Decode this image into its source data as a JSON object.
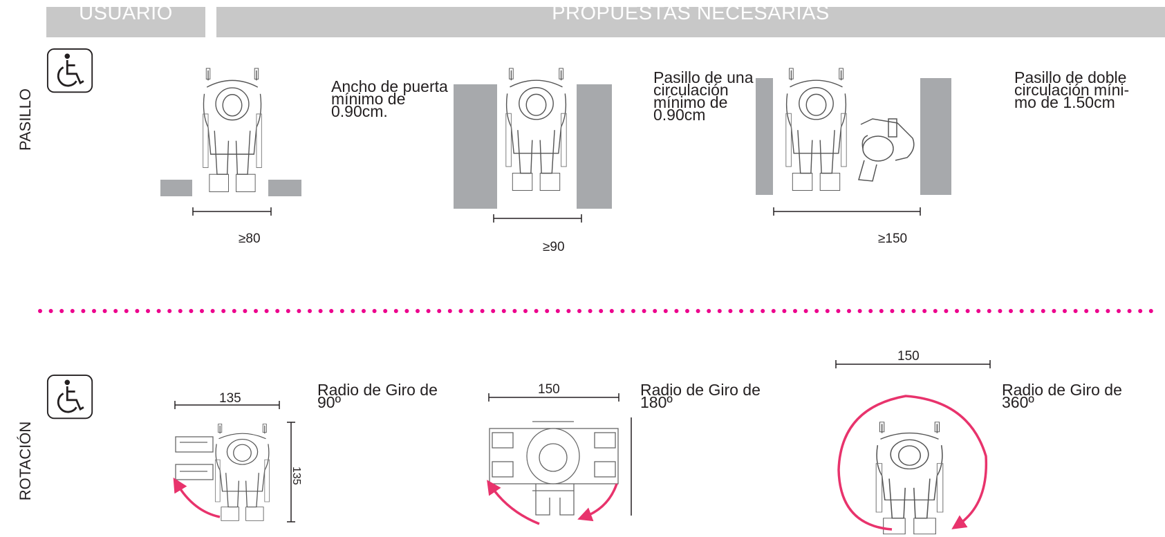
{
  "header": {
    "usuario": "USUARIO",
    "propuestas": "PROPUESTAS  NECESARIAS"
  },
  "rows": {
    "pasillo": "PASILLO",
    "rotacion": "ROTACIÓN"
  },
  "icons": [
    "wheelchair-accessibility-icon",
    "wheelchair-accessibility-icon"
  ],
  "pasillo": {
    "door": {
      "lines": [
        "Ancho de puerta",
        "mínimo de",
        "0.90cm."
      ],
      "dimension": "≥80"
    },
    "single": {
      "lines": [
        "Pasillo de una",
        "circulación",
        "mínimo de",
        "0.90cm"
      ],
      "dimension": "≥90"
    },
    "double": {
      "lines": [
        "Pasillo de doble",
        "circulación míni-",
        "mo de 1.50cm"
      ],
      "dimension": "≥150"
    }
  },
  "rotacion": {
    "r90": {
      "lines": [
        "Radio de Giro de",
        "90º"
      ],
      "dimension_w": "135",
      "dimension_h": "135"
    },
    "r180": {
      "lines": [
        "Radio de Giro de",
        "180º"
      ],
      "dimension_w": "150"
    },
    "r360": {
      "lines": [
        "Radio de Giro de",
        "360º"
      ],
      "dimension_w": "150"
    }
  },
  "colors": {
    "header_bg": "#c8c8c8",
    "wall": "#a7a9ac",
    "accent": "#e8336c",
    "divider_dots": "#ec008c",
    "text": "#231f20"
  }
}
